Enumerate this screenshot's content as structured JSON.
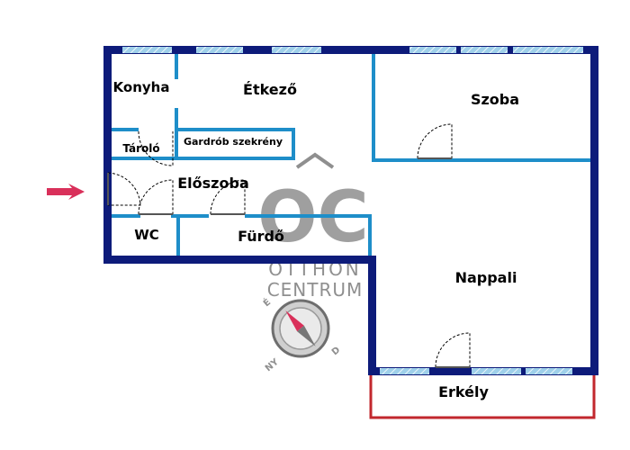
{
  "floor_plan": {
    "rooms": {
      "konyha": "Konyha",
      "etkezo": "Étkező",
      "szoba": "Szoba",
      "tarolo": "Tároló",
      "gardrob": "Gardrób szekrény",
      "eloszoba": "Előszoba",
      "wc": "WC",
      "furdo": "Fürdő",
      "nappali": "Nappali",
      "erkely": "Erkély"
    },
    "colors": {
      "outer_wall": "#0d1b7a",
      "inner_wall": "#1e8ec9",
      "window": "#9fd0ea",
      "balcony": "#c2272d",
      "entrance_arrow": "#d9305a",
      "door_arc": "#000000",
      "watermark": "#8f8f8f"
    }
  },
  "watermark": {
    "monogram": "OC",
    "line1": "OTTHON",
    "line2": "CENTRUM"
  },
  "compass": {
    "north": "É",
    "east": "D",
    "west": "NY",
    "icon": "compass-icon"
  },
  "entrance": {
    "icon": "entrance-arrow-icon"
  }
}
